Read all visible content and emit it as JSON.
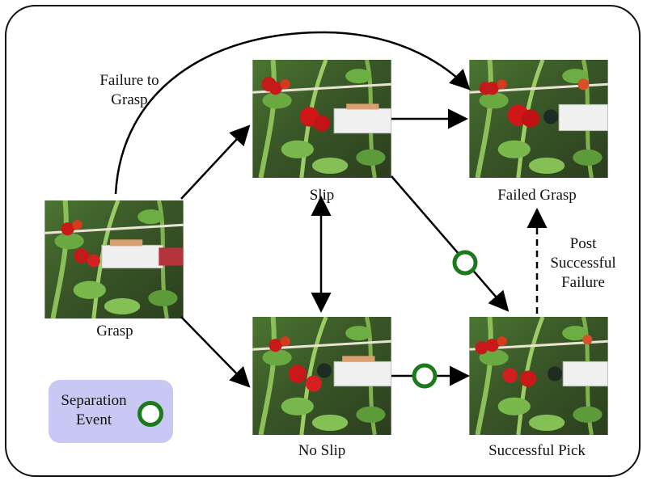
{
  "nodes": {
    "grasp": {
      "label": "Grasp"
    },
    "slip": {
      "label": "Slip"
    },
    "no_slip": {
      "label": "No Slip"
    },
    "failed_grasp": {
      "label": "Failed Grasp"
    },
    "successful_pick": {
      "label": "Successful Pick"
    }
  },
  "edges": {
    "failure_to_grasp": {
      "label": "Failure to Grasp"
    },
    "post_successful_failure": {
      "label": "Post Successful Failure"
    }
  },
  "legend": {
    "label": "Separation Event",
    "marker_color": "#1b7a1b",
    "background": "#c9c7f3"
  }
}
